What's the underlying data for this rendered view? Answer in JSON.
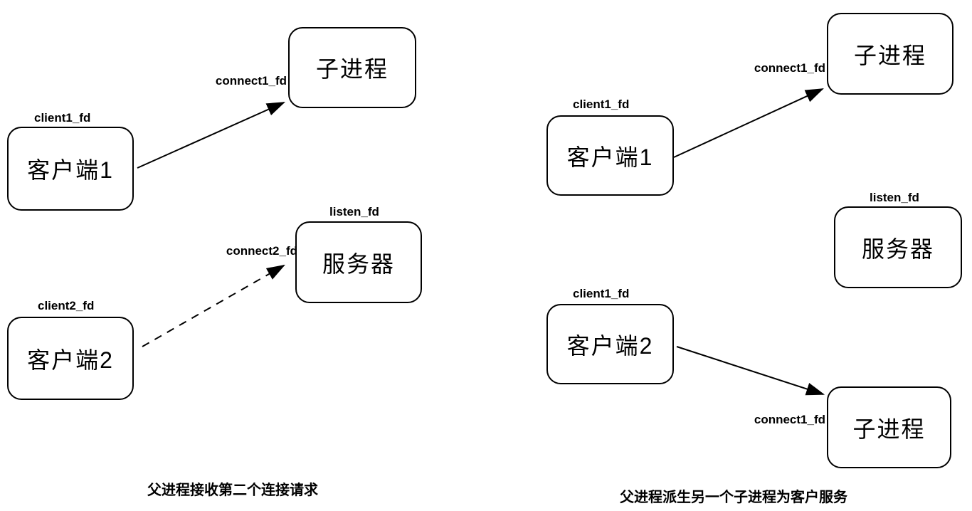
{
  "colors": {
    "line": "#000000",
    "background": "#ffffff",
    "text": "#000000"
  },
  "diagrams": [
    {
      "caption": "父进程接收第二个连接请求",
      "nodes": [
        {
          "id": "child",
          "label": "子进程",
          "fd": ""
        },
        {
          "id": "client1",
          "label": "客户端1",
          "fd": "client1_fd"
        },
        {
          "id": "server",
          "label": "服务器",
          "fd": "listen_fd"
        },
        {
          "id": "client2",
          "label": "客户端2",
          "fd": "client2_fd"
        }
      ],
      "edges": [
        {
          "from": "client1",
          "to": "child",
          "label": "connect1_fd",
          "style": "solid"
        },
        {
          "from": "client2",
          "to": "server",
          "label": "connect2_fd",
          "style": "dashed"
        }
      ]
    },
    {
      "caption": "父进程派生另一个子进程为客户服务",
      "nodes": [
        {
          "id": "child_top",
          "label": "子进程",
          "fd": ""
        },
        {
          "id": "client1",
          "label": "客户端1",
          "fd": "client1_fd"
        },
        {
          "id": "server",
          "label": "服务器",
          "fd": "listen_fd"
        },
        {
          "id": "client2",
          "label": "客户端2",
          "fd": "client1_fd"
        },
        {
          "id": "child_bottom",
          "label": "子进程",
          "fd": ""
        }
      ],
      "edges": [
        {
          "from": "client1",
          "to": "child_top",
          "label": "connect1_fd",
          "style": "solid"
        },
        {
          "from": "client2",
          "to": "child_bottom",
          "label": "connect1_fd",
          "style": "solid"
        }
      ]
    }
  ]
}
